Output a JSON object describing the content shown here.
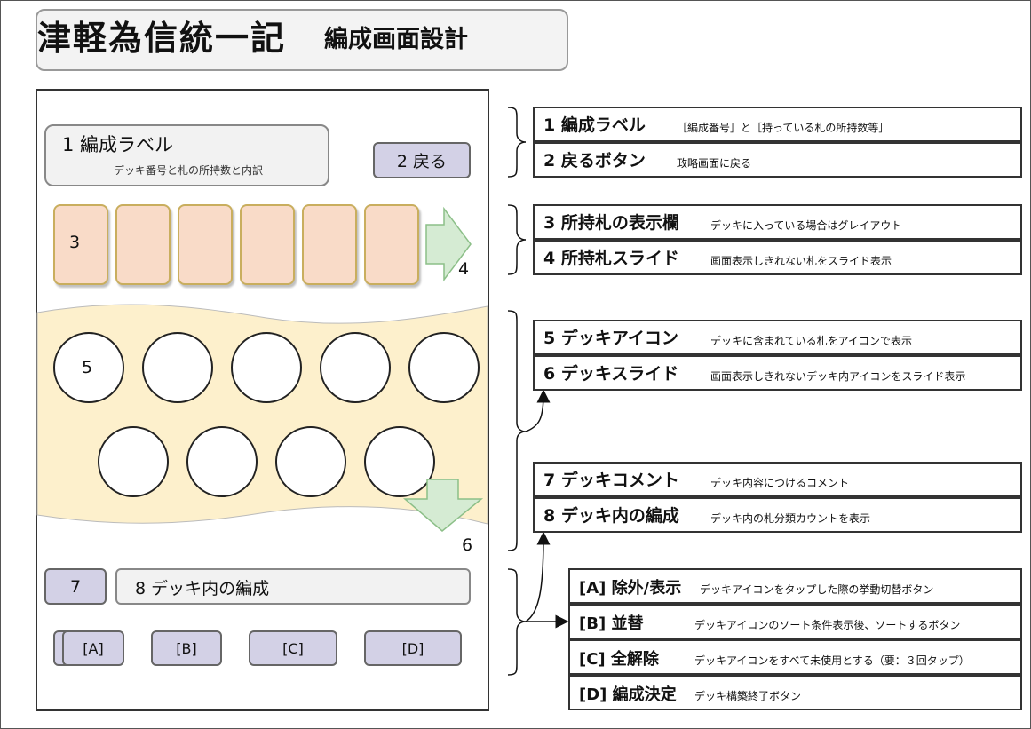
{
  "header": {
    "title": "津軽為信統一記",
    "subtitle": "編成画面設計"
  },
  "mockup": {
    "label_title": "1 編成ラベル",
    "label_sub": "デッキ番号と札の所持数と内訳",
    "back_button": "2 戻る",
    "cards_marker": "3",
    "cards_arrow_marker": "4",
    "icons_marker": "5",
    "icons_arrow_marker": "6",
    "comment_button": "7",
    "formation_bar": "8 デッキ内の編成",
    "buttons": [
      "[A]",
      "[B]",
      "[C]",
      "[D]"
    ]
  },
  "legend": [
    {
      "num": "1",
      "title": "編成ラベル",
      "desc": "［編成番号］と［持っている札の所持数等］"
    },
    {
      "num": "2",
      "title": "戻るボタン",
      "desc": "政略画面に戻る"
    },
    {
      "num": "3",
      "title": "所持札の表示欄",
      "desc": "デッキに入っている場合はグレイアウト"
    },
    {
      "num": "4",
      "title": "所持札スライド",
      "desc": "画面表示しきれない札をスライド表示"
    },
    {
      "num": "5",
      "title": "デッキアイコン",
      "desc": "デッキに含まれている札をアイコンで表示"
    },
    {
      "num": "6",
      "title": "デッキスライド",
      "desc": "画面表示しきれないデッキ内アイコンをスライド表示"
    },
    {
      "num": "7",
      "title": "デッキコメント",
      "desc": "デッキ内容につけるコメント"
    },
    {
      "num": "8",
      "title": "デッキ内の編成",
      "desc": "デッキ内の札分類カウントを表示"
    }
  ],
  "actions": [
    {
      "title": "[A] 除外/表示",
      "desc": "デッキアイコンをタップした際の挙動切替ボタン"
    },
    {
      "title": "[B] 並替",
      "desc": "デッキアイコンのソート条件表示後、ソートするボタン"
    },
    {
      "title": "[C] 全解除",
      "desc": "デッキアイコンをすべて未使用とする（要：３回タップ）"
    },
    {
      "title": "[D] 編成決定",
      "desc": "デッキ構築終了ボタン"
    }
  ],
  "colors": {
    "card_fill": "#f9dbc8",
    "band_fill": "#fdf0cc",
    "arrow_fill": "#d5ebd3",
    "button_fill": "#d3d1e6"
  }
}
